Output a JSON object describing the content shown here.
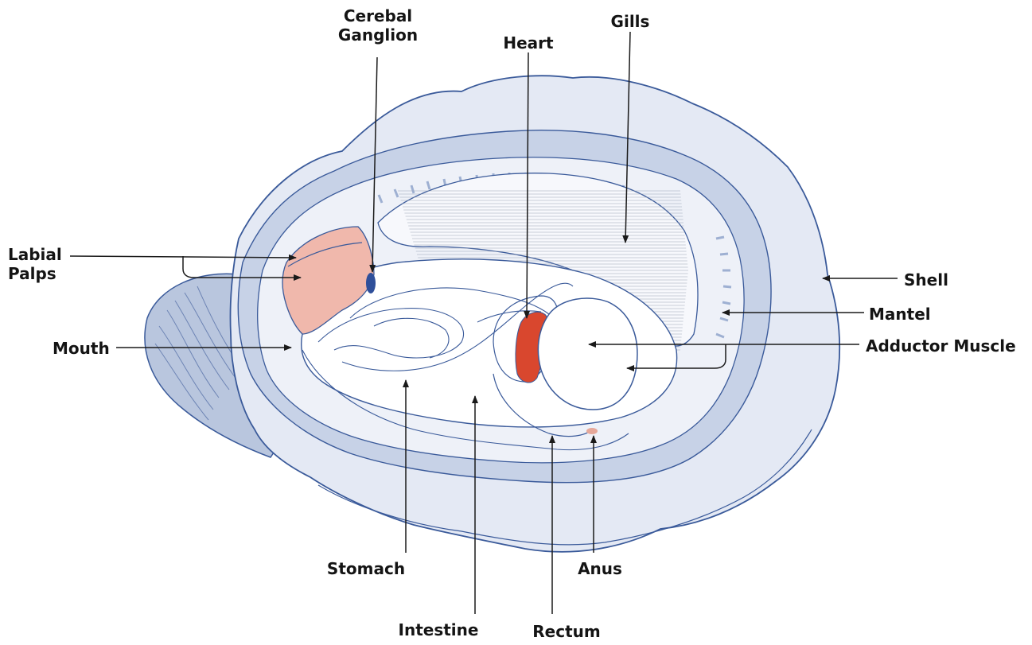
{
  "labels": {
    "cerebral_ganglion": [
      "Cerebal",
      "Ganglion"
    ],
    "heart": "Heart",
    "gills": "Gills",
    "labial_palps": [
      "Labial",
      "Palps"
    ],
    "shell": "Shell",
    "mantel": "Mantel",
    "mouth": "Mouth",
    "adductor_muscle": "Adductor Muscle",
    "stomach": "Stomach",
    "anus": "Anus",
    "intestine": "Intestine",
    "rectum": "Rectum"
  },
  "colors": {
    "outline": "#3a5a9a",
    "shell_fill": "#e4e9f4",
    "mantle_band": "#b9c6de",
    "palps": "#f0b8ac",
    "heart": "#d9472e",
    "ganglion": "#2f4f9a",
    "arrow": "#1a1a1a"
  }
}
